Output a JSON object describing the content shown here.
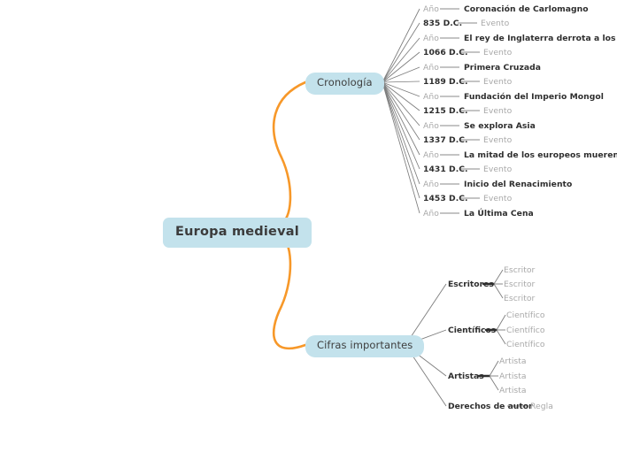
{
  "mindmap": {
    "root": {
      "label": "Europa medieval"
    },
    "colors": {
      "node_fill": "#c3e2ec",
      "root_connector": "#f79829",
      "edge_gray": "#7d7d7d",
      "edge_dark": "#2e2e2e",
      "text_dark": "#2e2e2e",
      "text_muted": "#a8a8a8"
    },
    "branches": [
      {
        "label": "Cronología",
        "timeline": [
          {
            "year": "Año",
            "year_muted": true,
            "event": "Coronación de Carlomagno",
            "event_muted": false
          },
          {
            "year": "835 D.C.",
            "year_muted": false,
            "event": "Evento",
            "event_muted": true
          },
          {
            "year": "Año",
            "year_muted": true,
            "event": "El rey de Inglaterra derrota a los invasores",
            "event_muted": false
          },
          {
            "year": "1066 D.C.",
            "year_muted": false,
            "event": "Evento",
            "event_muted": true
          },
          {
            "year": "Año",
            "year_muted": true,
            "event": "Primera Cruzada",
            "event_muted": false
          },
          {
            "year": "1189 D.C.",
            "year_muted": false,
            "event": "Evento",
            "event_muted": true
          },
          {
            "year": "Año",
            "year_muted": true,
            "event": "Fundación del Imperio Mongol",
            "event_muted": false
          },
          {
            "year": "1215 D.C.",
            "year_muted": false,
            "event": "Evento",
            "event_muted": true
          },
          {
            "year": "Año",
            "year_muted": true,
            "event": "Se explora Asia",
            "event_muted": false
          },
          {
            "year": "1337 D.C.",
            "year_muted": false,
            "event": "Evento",
            "event_muted": true
          },
          {
            "year": "Año",
            "year_muted": true,
            "event": "La mitad de los europeos mueren",
            "event_muted": false
          },
          {
            "year": "1431 D.C.",
            "year_muted": false,
            "event": "Evento",
            "event_muted": true
          },
          {
            "year": "Año",
            "year_muted": true,
            "event": "Inicio del Renacimiento",
            "event_muted": false
          },
          {
            "year": "1453 D.C.",
            "year_muted": false,
            "event": "Evento",
            "event_muted": true
          },
          {
            "year": "Año",
            "year_muted": true,
            "event": "La Última Cena",
            "event_muted": false
          }
        ]
      },
      {
        "label": "Cifras importantes",
        "categories": [
          {
            "label": "Escritores",
            "children": [
              "Escritor",
              "Escritor",
              "Escritor"
            ]
          },
          {
            "label": "Científicos",
            "children": [
              "Científico",
              "Científico",
              "Científico"
            ]
          },
          {
            "label": "Artistas",
            "children": [
              "Artista",
              "Artista",
              "Artista"
            ]
          },
          {
            "label": "Derechos de autor",
            "children": [
              "Regla"
            ]
          }
        ]
      }
    ]
  }
}
